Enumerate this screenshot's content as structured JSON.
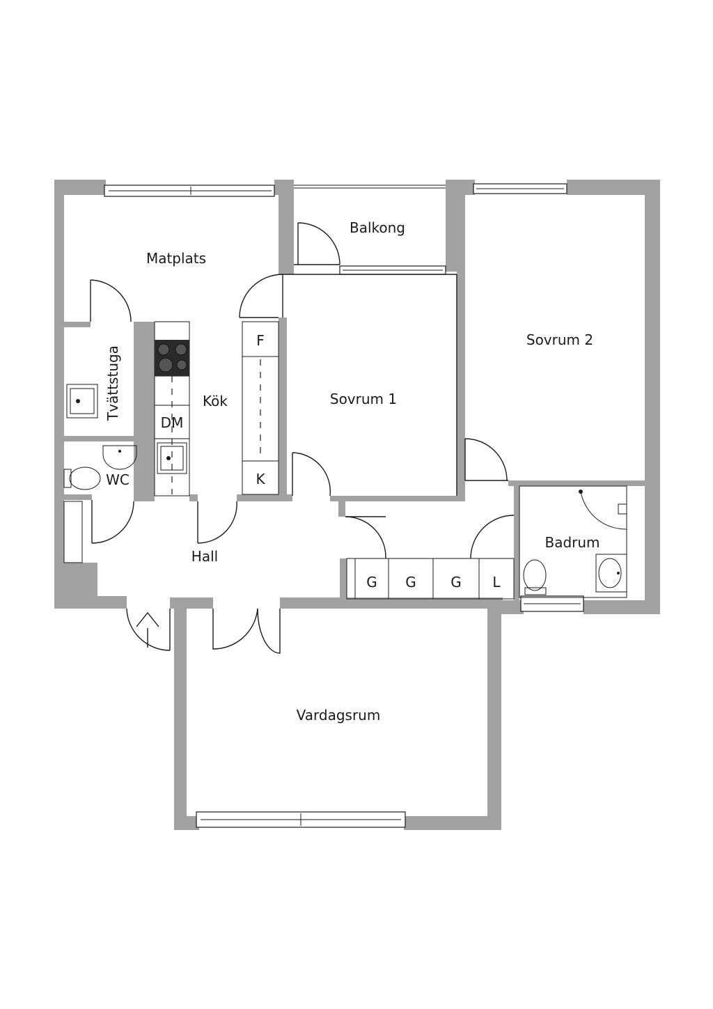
{
  "rooms": {
    "matplats": "Matplats",
    "balkong": "Balkong",
    "sovrum2": "Sovrum 2",
    "sovrum1": "Sovrum 1",
    "kok": "Kök",
    "tvattstuga": "Tvättstuga",
    "wc": "WC",
    "hall": "Hall",
    "badrum": "Badrum",
    "vardagsrum": "Vardagsrum"
  },
  "fixtures": {
    "fridge": "F",
    "freezer": "K",
    "dishwasher": "DM",
    "wardrobe_1": "G",
    "wardrobe_2": "G",
    "wardrobe_3": "G",
    "linen": "L"
  },
  "colors": {
    "wall": "#a2a2a2",
    "line": "#1a1a1a",
    "background": "#ffffff"
  }
}
